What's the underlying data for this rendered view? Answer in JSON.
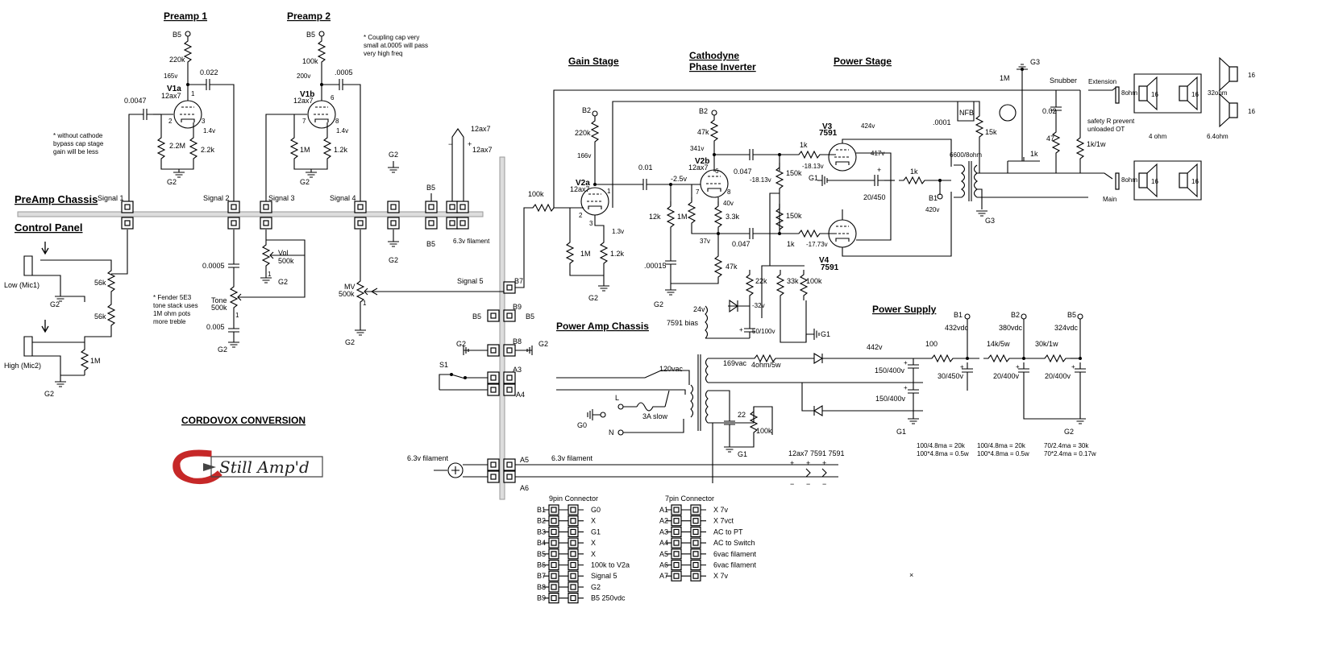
{
  "titles": {
    "preamp1": "Preamp 1",
    "preamp2": "Preamp 2",
    "gain_stage": "Gain Stage",
    "cathodyne1": "Cathodyne",
    "cathodyne2": "Phase Inverter",
    "power_stage": "Power Stage",
    "power_supply": "Power Supply",
    "power_amp_chassis": "Power Amp Chassis",
    "preamp_chassis": "PreAmp Chassis",
    "control_panel": "Control Panel",
    "conversion": "CORDOVOX  CONVERSION",
    "logo": "Still Amp'd"
  },
  "notes": {
    "coupling_1": "* Coupling cap very",
    "coupling_2": "small at.0005 will pass",
    "coupling_3": "very high freq",
    "cathode_1": "* without cathode",
    "cathode_2": "bypass cap stage",
    "cathode_3": "gain will be less",
    "fender_1": "* Fender 5E3",
    "fender_2": "tone stack uses",
    "fender_3": "1M ohm pots",
    "fender_4": "more treble",
    "safety_1": "safety R prevent",
    "safety_2": "unloaded OT",
    "ps_calc": [
      "100/4.8ma = 20k",
      "100*4.8ma = 0.5w",
      "100/4.8ma = 20k",
      "100*4.8ma = 0.5w",
      "70/2.4ma = 30k",
      "70*2.4ma = 0.17w"
    ]
  },
  "signals": [
    "Signal 1",
    "Signal 2",
    "Signal 3",
    "Signal 4",
    "Signal 5"
  ],
  "labels": {
    "B5": "B5",
    "B2": "B2",
    "B1": "B1",
    "G1": "G1",
    "G2": "G2",
    "G3": "G3",
    "G0": "G0",
    "v1a": "V1a",
    "v1b": "V1b",
    "v2a": "V2a",
    "v2b": "V2b",
    "v3": "V3",
    "v4": "V4",
    "tube12ax7": "12ax7",
    "tube7591": "7591",
    "r220k": "220k",
    "r100k": "100k",
    "v165": "165v",
    "v200": "200v",
    "c0022": "0.022",
    "c0005": ".0005",
    "c00047": "0.0047",
    "r22M": "2.2M",
    "r22k": "2.2k",
    "v14": "1.4v",
    "r1M": "1M",
    "r12k": "1.2k",
    "n1": "1",
    "n2": "2",
    "n3": "3",
    "n6": "6",
    "n7": "7",
    "n8": "8",
    "fil63": "6.3v filament",
    "vol": "Vol",
    "r500k": "500k",
    "tone": "Tone",
    "c00005": "0.0005",
    "c0005b": "0.005",
    "mv": "MV",
    "r56k": "56k",
    "low": "Low (Mic1)",
    "high": "High (Mic2)",
    "v166": "166v",
    "v13": "1.3v",
    "c001": "0.01",
    "r12kb": "12k",
    "c00015": ".00015",
    "r47k": "47k",
    "v341": "341v",
    "vm25": "-2.5v",
    "v40": "40v",
    "r33k": "3.3k",
    "v37": "37v",
    "c0047": "0.047",
    "vm1813": "-18.13v",
    "r150k": "150k",
    "r1k": "1k",
    "v424": "424v",
    "v417": "417v",
    "vm1773": "-17.73v",
    "c20450": "20/450",
    "v420": "420v",
    "ot": "6600/8ohm",
    "nfb": "NFB",
    "c0001": ".0001",
    "r15k": "15k",
    "snubber": "Snubber",
    "c002": "0.02",
    "r47": "47",
    "r1k1w": "1k/1w",
    "extension": "Extension",
    "main": "Main",
    "ohm8": "8ohm",
    "ohm4": "4 ohm",
    "ohm64": "6.4ohm",
    "ohm32": "32ohm",
    "spk16": "16",
    "r22kb": "22k",
    "r33kb": "33k",
    "r100kb": "100k",
    "vm32": "-32v",
    "v24": "24v",
    "bias": "7591 bias",
    "c50100": "50/100v",
    "ac120": "120vac",
    "ac169": "169vac",
    "r4ohm": "4ohm/5w",
    "v442": "442v",
    "r100": "100",
    "r14k": "14k/5w",
    "r30k": "30k/1w",
    "v432": "432vdc",
    "v380": "380vdc",
    "v324": "324vdc",
    "c150400": "150/400v",
    "c30450": "30/450v",
    "c20400": "20/400v",
    "fuse": "3A slow",
    "L": "L",
    "N": "N",
    "S1": "S1",
    "r22": "22",
    "r100kc": "100k",
    "conn_tubes": "12ax7  7591 7591",
    "plus": "+",
    "minus": "−",
    "cross": "×"
  },
  "connector9": {
    "title": "9pin Connector",
    "pins": [
      {
        "pin": "B1",
        "desc": "G0"
      },
      {
        "pin": "B2",
        "desc": "X"
      },
      {
        "pin": "B3",
        "desc": "G1"
      },
      {
        "pin": "B4",
        "desc": "X"
      },
      {
        "pin": "B5",
        "desc": "X"
      },
      {
        "pin": "B6",
        "desc": "100k to V2a"
      },
      {
        "pin": "B7",
        "desc": "Signal 5"
      },
      {
        "pin": "B8",
        "desc": "G2"
      },
      {
        "pin": "B9",
        "desc": "B5 250vdc"
      }
    ]
  },
  "connector7": {
    "title": "7pin Connector",
    "pins": [
      {
        "pin": "A1",
        "desc": "X 7v"
      },
      {
        "pin": "A2",
        "desc": "X 7vct"
      },
      {
        "pin": "A3",
        "desc": "AC to PT"
      },
      {
        "pin": "A4",
        "desc": "AC to Switch"
      },
      {
        "pin": "A5",
        "desc": "6vac filament"
      },
      {
        "pin": "A6",
        "desc": "6vac filament"
      },
      {
        "pin": "A7",
        "desc": "X 7v"
      }
    ]
  },
  "chassis_pins": [
    "B7",
    "B9",
    "B8",
    "A3",
    "A4",
    "A5",
    "A6"
  ]
}
